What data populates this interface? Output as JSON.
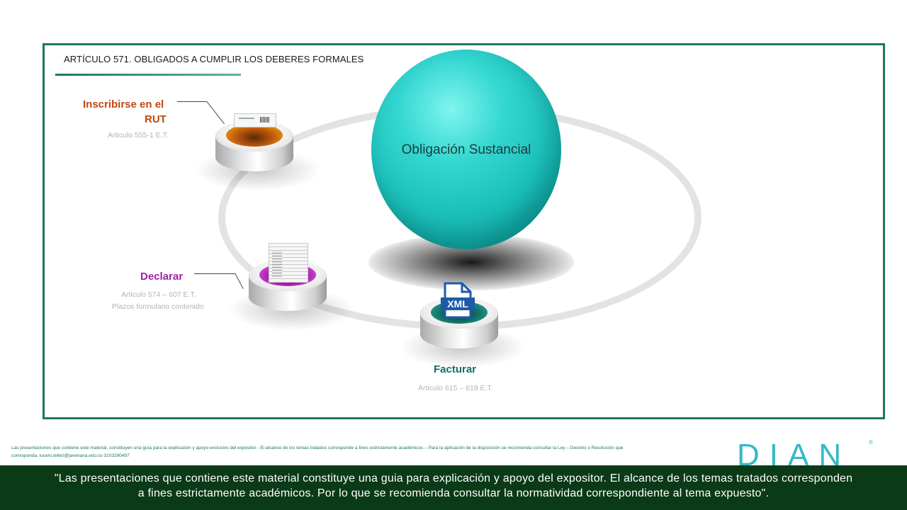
{
  "slide": {
    "title": "ARTÍCULO 571. OBLIGADOS A CUMPLIR LOS DEBERES FORMALES",
    "center": {
      "label": "Obligación Sustancial",
      "color": "#22c9c3"
    },
    "nodes": [
      {
        "id": "rut",
        "heading_line1": "Inscribirse en el",
        "heading_line2": "RUT",
        "ref": "Articulo 555-1 E.T.",
        "color": "#c0470f"
      },
      {
        "id": "declarar",
        "heading": "Declarar",
        "ref1": "Articulo 574 – 607 E.T.",
        "ref2": "Plazos formulario contenido",
        "color": "#9e1fa8"
      },
      {
        "id": "facturar",
        "heading": "Facturar",
        "ref": "Articulo 615 – 619 E.T.",
        "icon": "XML",
        "color": "#0f6e64"
      }
    ]
  },
  "footer": {
    "disclaimer_small_1": "Las presentaciones que contiene este material, constituyen una guía para la explicación y apoyo exclusivo del expositor  - El alcance de los temas tratados corresponde a fines estrictamente académicos – Para la aplicación de la disposición se recomienda consultar la Ley – Decreto o Resolución que",
    "disclaimer_small_2": "corresponda.  lucero.tellez@javeriana.edu.co 3103290497",
    "logo": "DIAN",
    "logo_mark": "®",
    "brand_color": "#35b8c9"
  },
  "caption": {
    "line1": "\"Las presentaciones que contiene este material constituye una guia para explicación y apoyo del expositor. El alcance de los temas tratados corresponden",
    "line2": "a fines estrictamente académicos. Por lo que se recomienda consultar la normatividad correspondiente al tema expuesto\"."
  }
}
